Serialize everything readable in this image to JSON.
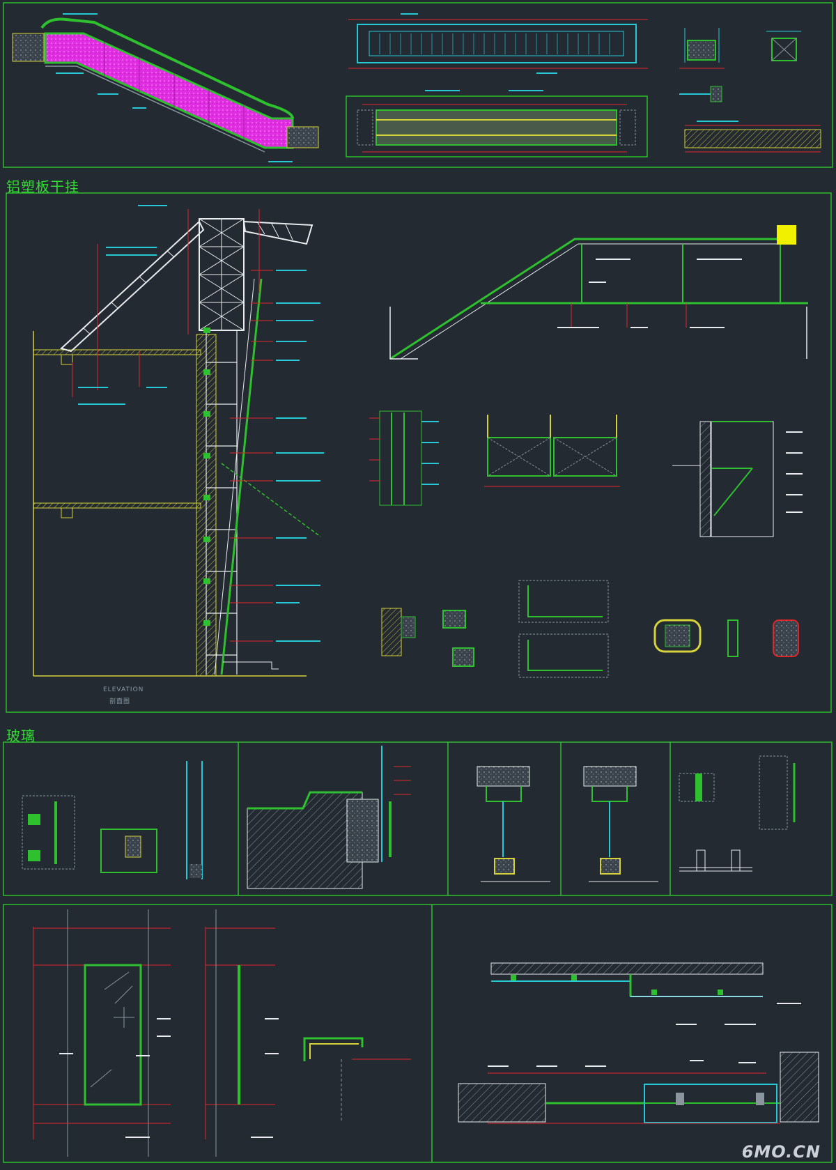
{
  "sections": {
    "acp_title": "铝塑板干挂",
    "glass_title": "玻璃"
  },
  "elevation": {
    "caption": "ELEVATION",
    "subcaption": "剖面图"
  },
  "watermark": "6MO.CN",
  "colors": {
    "background": "#232a31",
    "frame": "#2ec02e",
    "cyan": "#27c8d6",
    "red": "#e0262b",
    "yellow": "#d6d23a",
    "magenta": "#e22ee2",
    "white": "#e8ecef"
  }
}
